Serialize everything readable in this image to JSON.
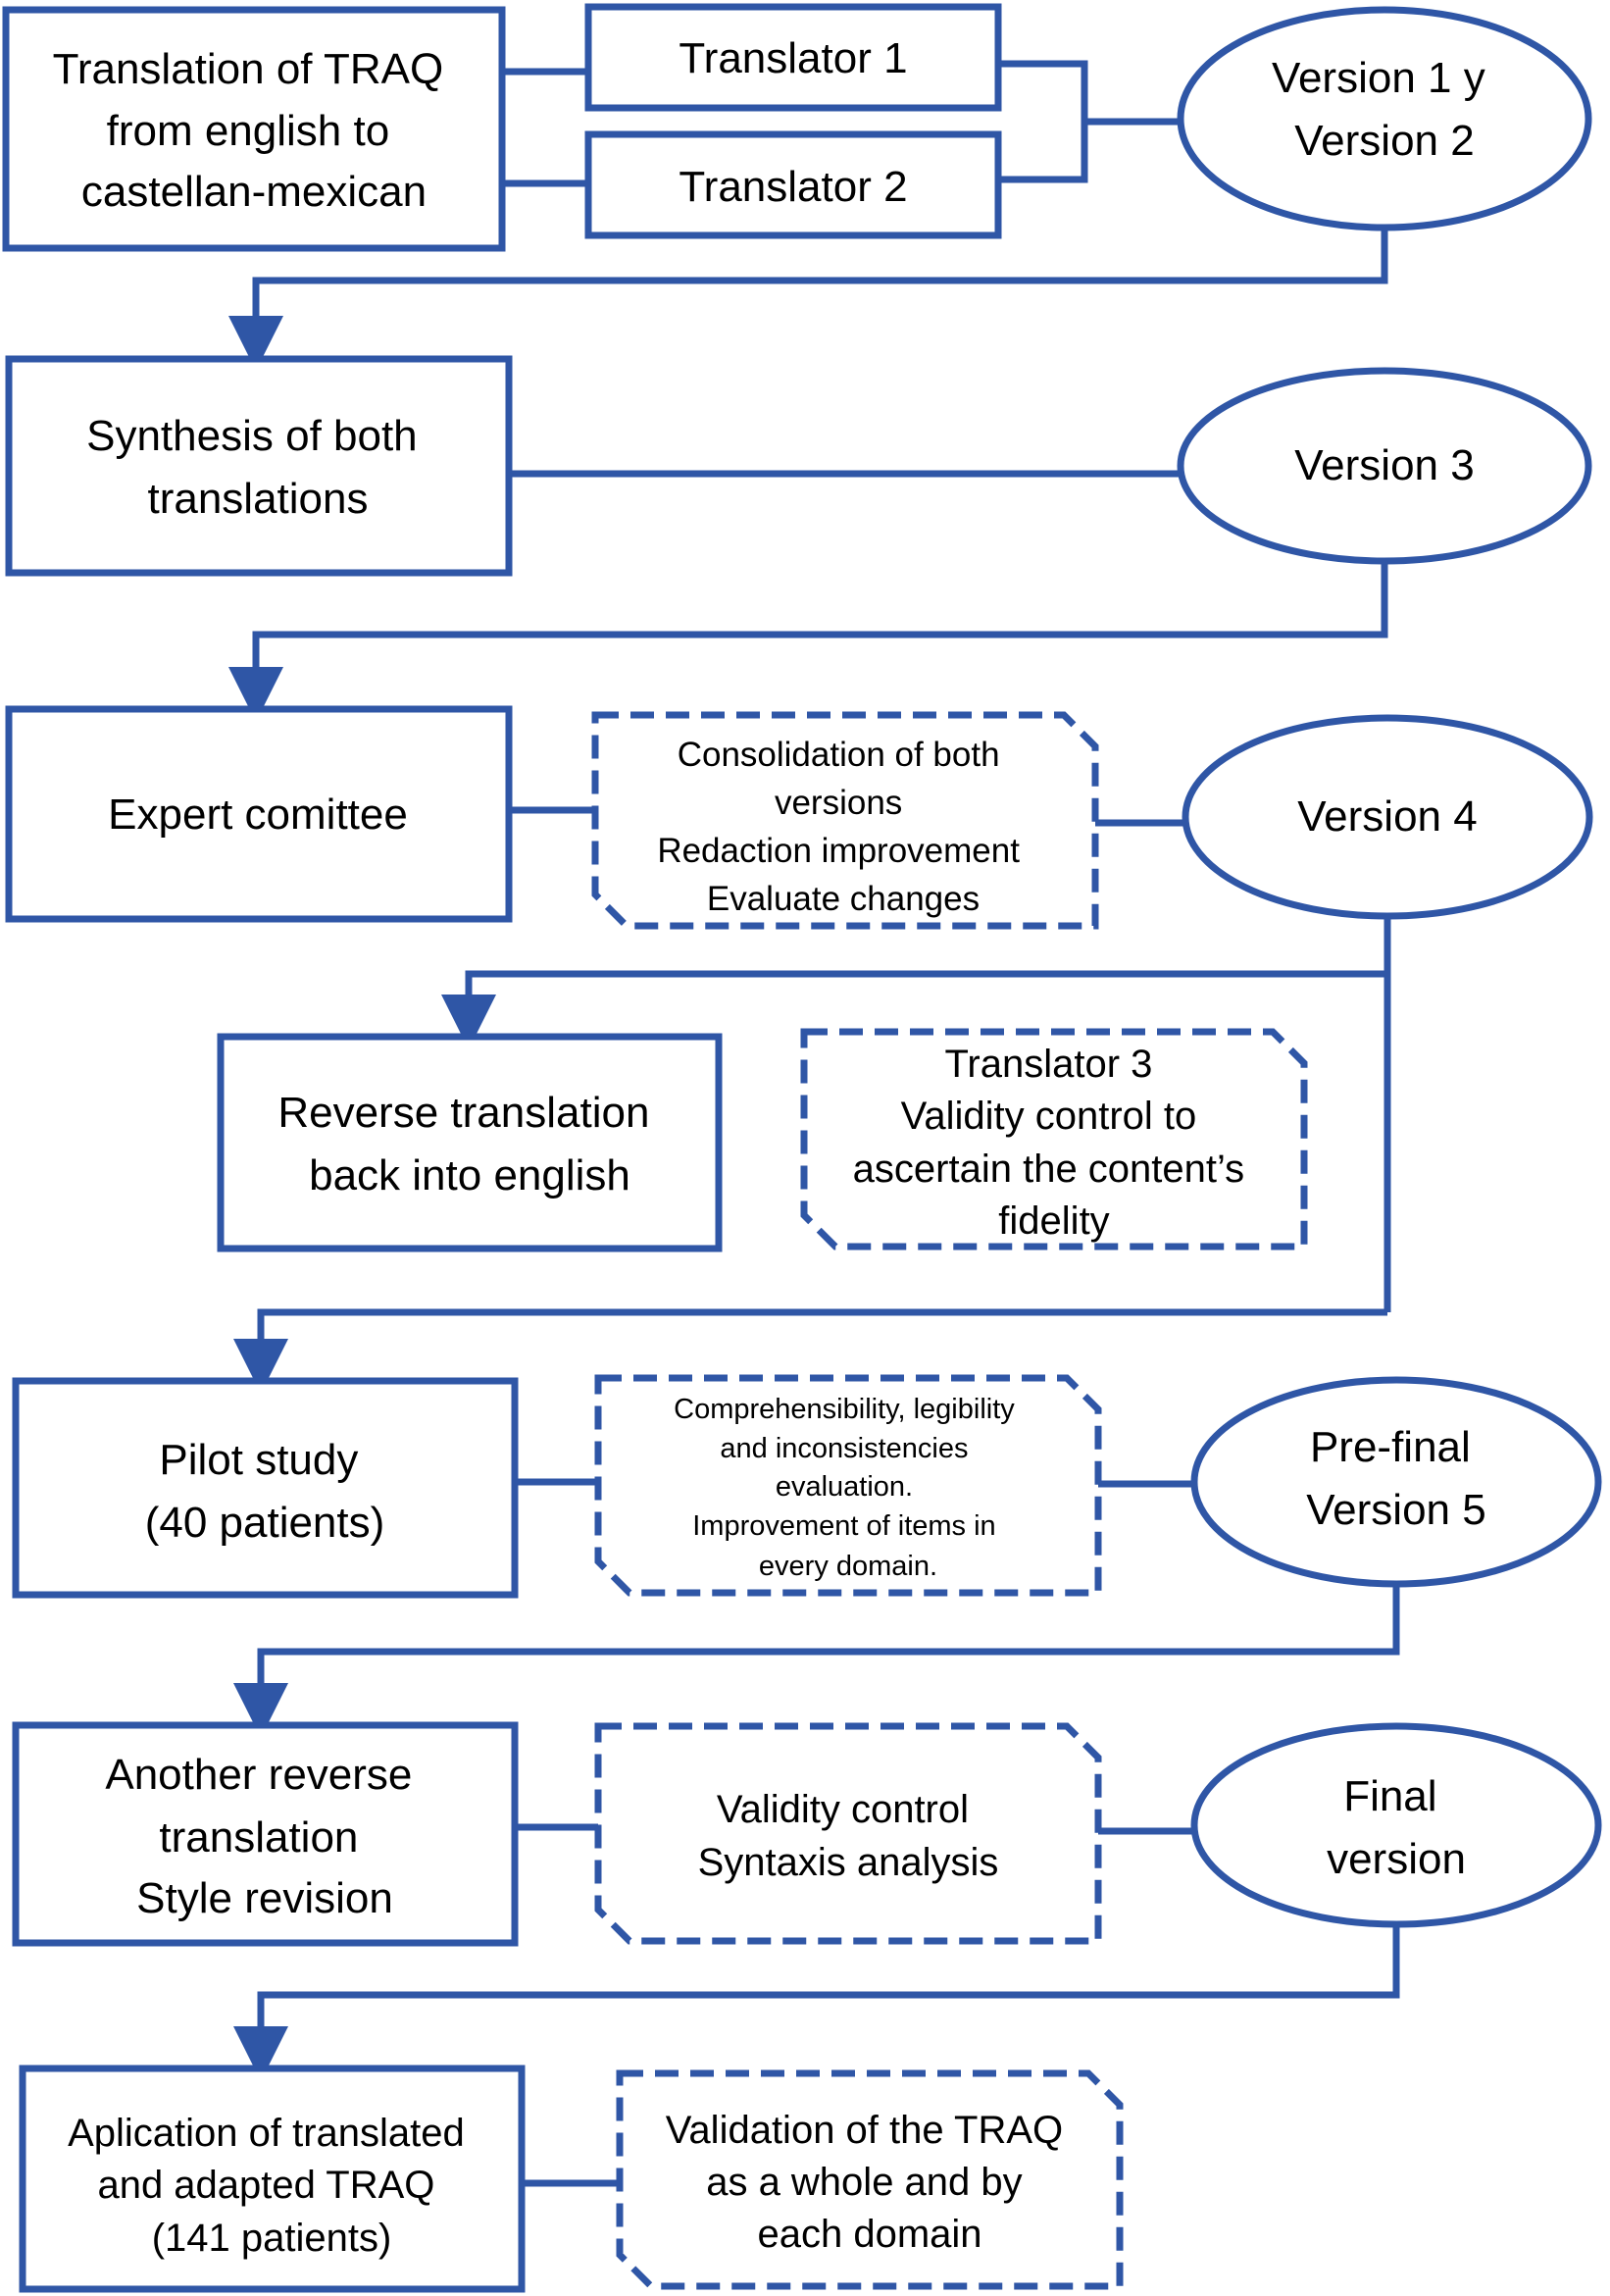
{
  "colors": {
    "stroke": "#2F56A6",
    "text": "#000000",
    "background": "#FFFFFF"
  },
  "nodes": {
    "translation": [
      "Translation of TRAQ",
      "from english to",
      "castellan-mexican"
    ],
    "translator1": [
      "Translator 1"
    ],
    "translator2": [
      "Translator 2"
    ],
    "version12": [
      "Version 1 y",
      "Version 2"
    ],
    "synthesis": [
      "Synthesis of both",
      "translations"
    ],
    "version3": [
      "Version 3"
    ],
    "expert": [
      "Expert comittee"
    ],
    "consolidation": [
      "Consolidation of both",
      "versions",
      "Redaction improvement",
      "Evaluate changes"
    ],
    "version4": [
      "Version 4"
    ],
    "reverse": [
      "Reverse translation",
      "back into english"
    ],
    "translator3": [
      "Translator 3",
      "Validity control  to",
      "ascertain the content’s",
      "fidelity"
    ],
    "pilot": [
      "Pilot study",
      "(40 patients)"
    ],
    "comprehensibility": [
      "Comprehensibility, legibility",
      "and inconsistencies",
      "evaluation.",
      "Improvement of items in",
      "every domain."
    ],
    "version5": [
      "Pre-final",
      "Version 5"
    ],
    "another": [
      "Another reverse",
      "translation",
      "Style revision"
    ],
    "validity": [
      "Validity control",
      "Syntaxis analysis"
    ],
    "final": [
      "Final",
      "version"
    ],
    "application": [
      "Aplication of translated",
      "and adapted TRAQ",
      "(141 patients)"
    ],
    "validation": [
      "Validation of the TRAQ",
      "as a whole and by",
      "each domain"
    ]
  }
}
